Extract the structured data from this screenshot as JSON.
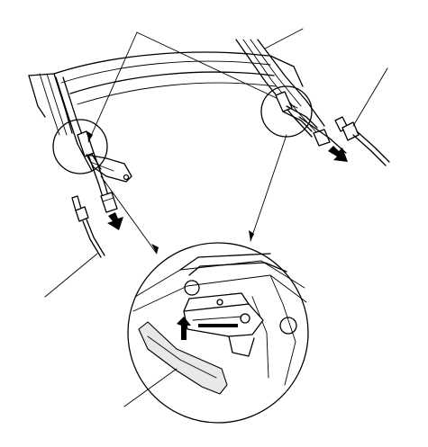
{
  "diagram": {
    "colors": {
      "line": "#000000",
      "background": "#ffffff",
      "shade": "#e8e8e8"
    },
    "parts": [
      "roof-frame",
      "roof-rail",
      "sunroof-drain-tube-left",
      "sunroof-drain-tube-right",
      "drain-tube-clip-left",
      "drain-tube-clip-right",
      "detail-magnified-view",
      "clip-bracket",
      "removed-clip"
    ],
    "arrows": [
      "removal-arrow-left",
      "removal-arrow-right",
      "lift-arrow-detail"
    ]
  }
}
